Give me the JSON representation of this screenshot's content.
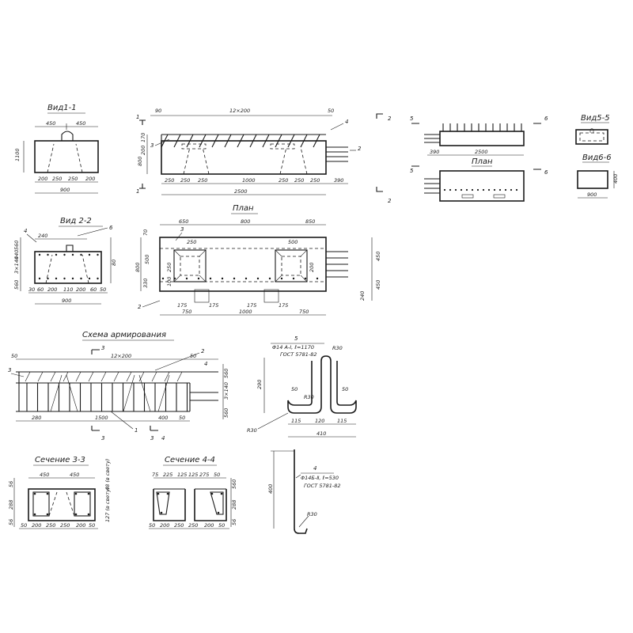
{
  "views": {
    "vid11": {
      "title": "Вид1-1",
      "dims": [
        "450",
        "450",
        "1100",
        "200",
        "250",
        "250",
        "200",
        "900"
      ]
    },
    "main": {
      "dims": [
        "90",
        "12×200",
        "50",
        "170",
        "200",
        "800",
        "250",
        "250",
        "250",
        "1000",
        "250",
        "250",
        "250",
        "390",
        "2500"
      ],
      "marks": [
        "1",
        "1",
        "3",
        "4",
        "2"
      ]
    },
    "vid22": {
      "title": "Вид 2-2",
      "dims": [
        "240",
        "560",
        "440",
        "3×140",
        "560",
        "80",
        "30",
        "60",
        "200",
        "110",
        "200",
        "60",
        "50",
        "900"
      ],
      "marks": [
        "4",
        "6"
      ]
    },
    "plan": {
      "title": "План",
      "dims": [
        "650",
        "800",
        "850",
        "70",
        "250",
        "500",
        "800",
        "500",
        "330",
        "250",
        "100",
        "200",
        "175",
        "175",
        "175",
        "175",
        "450",
        "450",
        "240",
        "750",
        "1000",
        "750"
      ],
      "marks": [
        "3",
        "2"
      ]
    },
    "view55": {
      "title": "План",
      "dims": [
        "390",
        "2500"
      ],
      "marks": [
        "2",
        "2",
        "5",
        "5",
        "6",
        "6"
      ]
    },
    "vid55": {
      "title": "Вид5-5"
    },
    "vid66": {
      "title": "Вид6-6",
      "dims": [
        "400",
        "900"
      ]
    },
    "schema": {
      "title": "Схема армирования",
      "dims": [
        "50",
        "12×200",
        "50",
        "560",
        "3×140",
        "560",
        "280",
        "1500",
        "400",
        "50"
      ],
      "marks": [
        "3",
        "2",
        "3",
        "4",
        "3",
        "1",
        "3",
        "4"
      ]
    },
    "bar5": {
      "mark": "5",
      "spec": "Φ14 А-Ⅰ, ℓ=1170",
      "gost": "ГОСТ 5781-82",
      "dims": [
        "R30",
        "290",
        "50",
        "R30",
        "50",
        "R30",
        "115",
        "120",
        "115",
        "410"
      ]
    },
    "sec33": {
      "title": "Сечение 3-3",
      "dims": [
        "450",
        "450",
        "48 (в свету)",
        "127 (в свету)",
        "56",
        "288",
        "56",
        "50",
        "200",
        "250",
        "250",
        "200",
        "50"
      ]
    },
    "sec44": {
      "title": "Сечение 4-4",
      "dims": [
        "75",
        "225",
        "125",
        "125",
        "275",
        "50",
        "560",
        "288",
        "56",
        "50",
        "200",
        "250",
        "250",
        "200",
        "50"
      ]
    },
    "bar4": {
      "mark": "4",
      "spec": "Φ14Б-Ⅱ, ℓ=530",
      "gost": "ГОСТ 5781-82",
      "dims": [
        "400",
        "R30"
      ]
    }
  }
}
